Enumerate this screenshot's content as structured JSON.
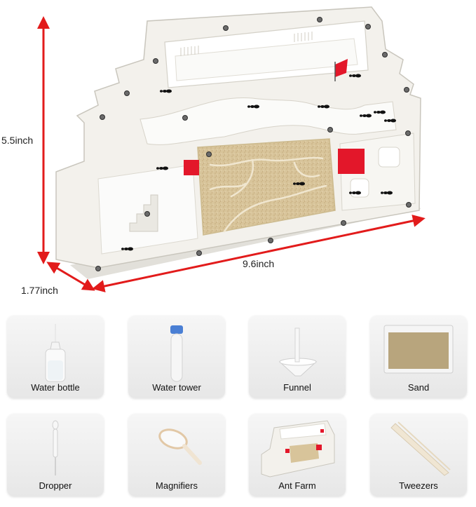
{
  "dimensions": {
    "height": "5.5inch",
    "length": "9.6inch",
    "depth": "1.77inch"
  },
  "colors": {
    "arrow": "#e21b1b",
    "flag": "#e3172a",
    "frame": "#f3f1ec",
    "sand": "#d8c49a"
  },
  "accessories": [
    {
      "label": "Water bottle",
      "icon": "water-bottle-icon"
    },
    {
      "label": "Water tower",
      "icon": "water-tower-icon"
    },
    {
      "label": "Funnel",
      "icon": "funnel-icon"
    },
    {
      "label": "Sand",
      "icon": "sand-bag-icon"
    },
    {
      "label": "Dropper",
      "icon": "dropper-icon"
    },
    {
      "label": "Magnifiers",
      "icon": "magnifier-icon"
    },
    {
      "label": "Ant Farm",
      "icon": "ant-farm-icon"
    },
    {
      "label": "Tweezers",
      "icon": "tweezers-icon"
    }
  ]
}
